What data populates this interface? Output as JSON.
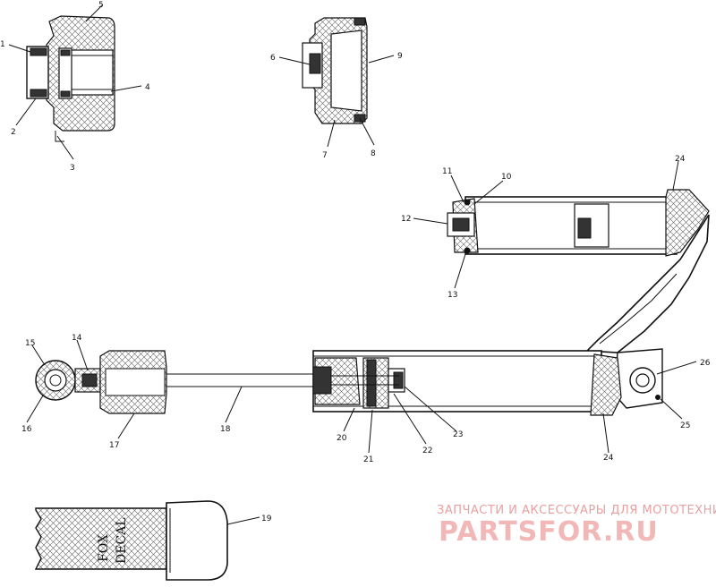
{
  "callouts": [
    "1",
    "2",
    "3",
    "4",
    "5",
    "6",
    "7",
    "8",
    "9",
    "10",
    "11",
    "12",
    "13",
    "14",
    "15",
    "16",
    "17",
    "18",
    "19",
    "20",
    "21",
    "22",
    "23",
    "24",
    "24",
    "25",
    "26"
  ],
  "decal_text": [
    "FOX",
    "DECAL"
  ],
  "watermark": {
    "tagline": "ЗАПЧАСТИ И АКСЕССУАРЫ ДЛЯ МОТОТЕХНИКИ",
    "logo": "PARTSFOR.RU"
  }
}
